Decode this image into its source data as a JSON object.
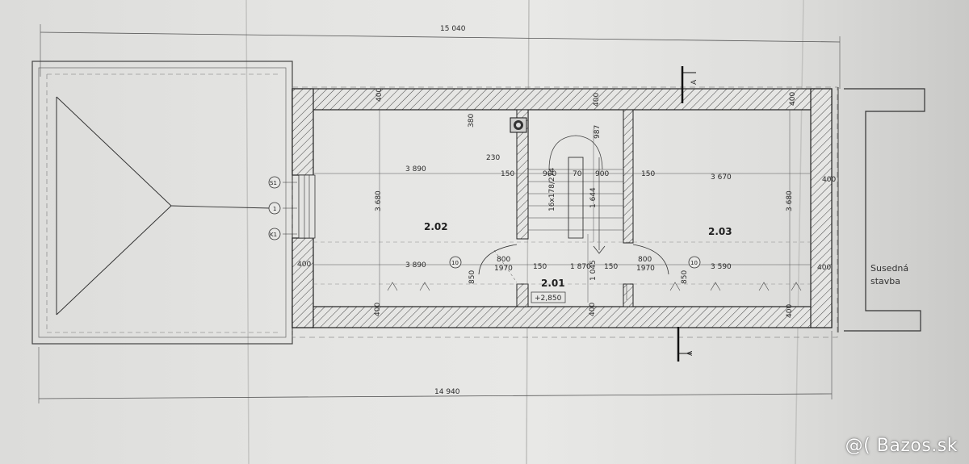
{
  "plan": {
    "overall_top": "15 040",
    "overall_bottom": "14 940",
    "neighbor_label_line1": "Susedná",
    "neighbor_label_line2": "stavba",
    "section_mark": "A",
    "rooms": [
      {
        "id": "2.02"
      },
      {
        "id": "2.01",
        "level": "+2,850"
      },
      {
        "id": "2.03"
      }
    ],
    "dims": {
      "wall_400": "400",
      "d380": "380",
      "d230": "230",
      "d150": "150",
      "d900": "900",
      "d70": "70",
      "d987": "987",
      "d3890": "3 890",
      "d3670": "3 670",
      "d3680": "3 680",
      "d800": "800",
      "d1970": "1970",
      "d1870": "1 870",
      "d3590": "3 590",
      "d850": "850",
      "d1045": "1 045",
      "d1644": "1 644",
      "stair": "16x178/274"
    },
    "markers": [
      "S1",
      "1",
      "K1",
      "10"
    ]
  },
  "watermark": "@( Bazos.sk"
}
